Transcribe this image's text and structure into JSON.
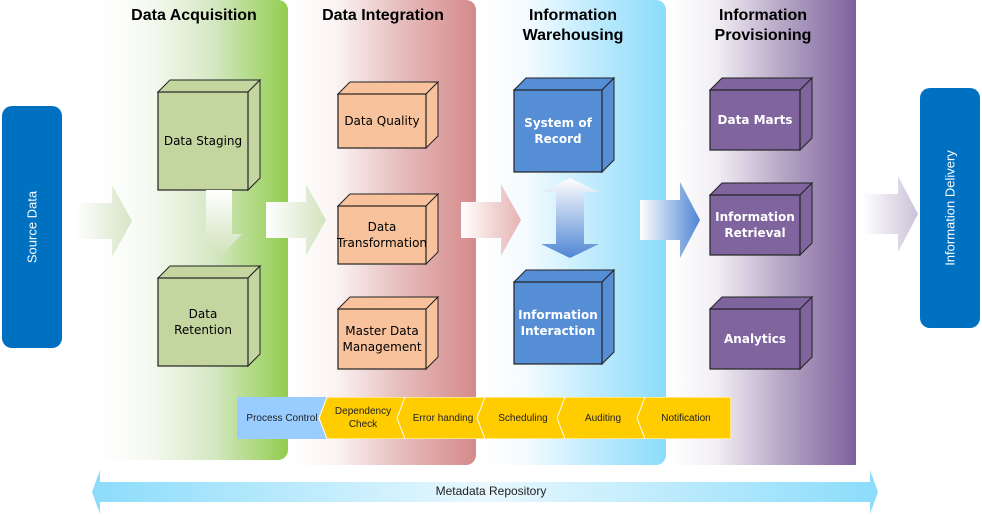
{
  "source": {
    "label": "Source Data"
  },
  "delivery": {
    "label": "Information Delivery"
  },
  "columns": [
    {
      "title": "Data Acquisition",
      "boxes": [
        "Data Staging",
        "Data Retention"
      ]
    },
    {
      "title": "Data Integration",
      "boxes": [
        "Data Quality",
        "Data Transformation",
        "Master Data Management"
      ]
    },
    {
      "title": "Information Warehousing",
      "boxes": [
        "System of Record",
        "Information Interaction"
      ]
    },
    {
      "title": "Information Provisioning",
      "boxes": [
        "Data Marts",
        "Information Retrieval",
        "Analytics"
      ]
    }
  ],
  "process_bar": [
    "Process Control",
    "Dependency Check",
    "Error handing",
    "Scheduling",
    "Auditing",
    "Notification"
  ],
  "metadata": {
    "label": "Metadata Repository"
  },
  "colors": {
    "source_blue": "#0070c0",
    "acquisition_green": "#92cd4e",
    "integration_red": "#d48a8a",
    "warehousing_cyan": "#8bdcfb",
    "provisioning_purple": "#7d619c",
    "box_green": "#c4d6a0",
    "box_peach": "#f8c39c",
    "box_blue": "#558ed5",
    "box_purple": "#7f649e",
    "process_blue": "#99ccff",
    "process_yellow": "#ffcc00"
  }
}
